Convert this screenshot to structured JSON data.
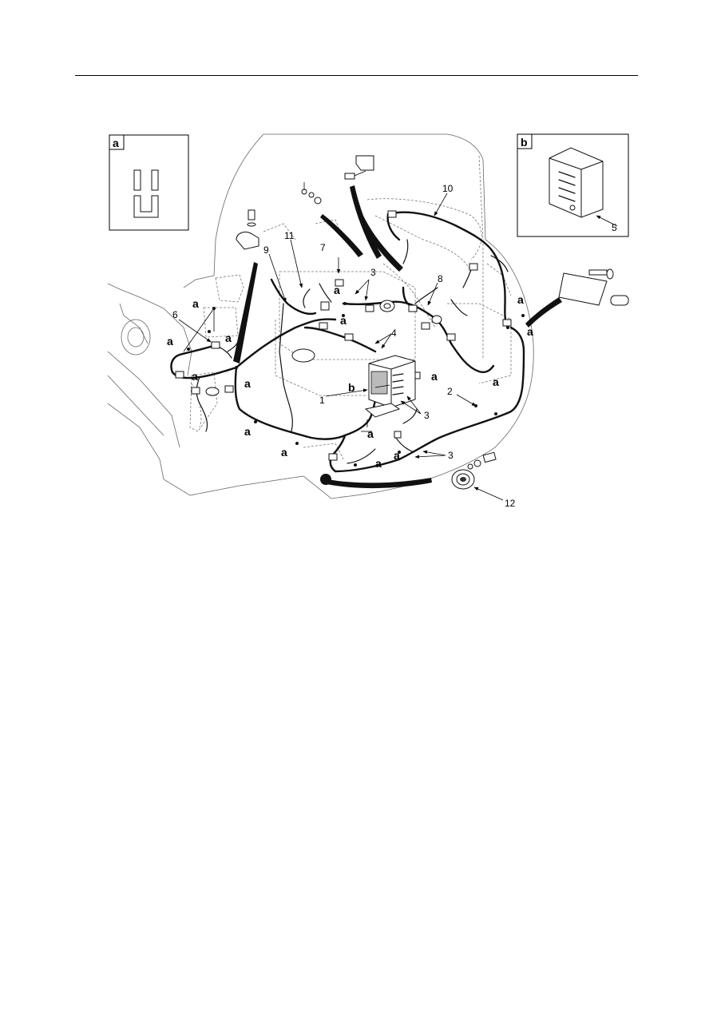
{
  "callouts": {
    "inset_a_tag": "a",
    "inset_b_tag": "b",
    "n1": "1",
    "n2": "2",
    "n3": "3",
    "n4": "4",
    "n5": "5",
    "n6": "6",
    "n7": "7",
    "n8": "8",
    "n9": "9",
    "n10": "10",
    "n11": "11",
    "n12": "12",
    "clip": "a",
    "b_marker": "b"
  }
}
